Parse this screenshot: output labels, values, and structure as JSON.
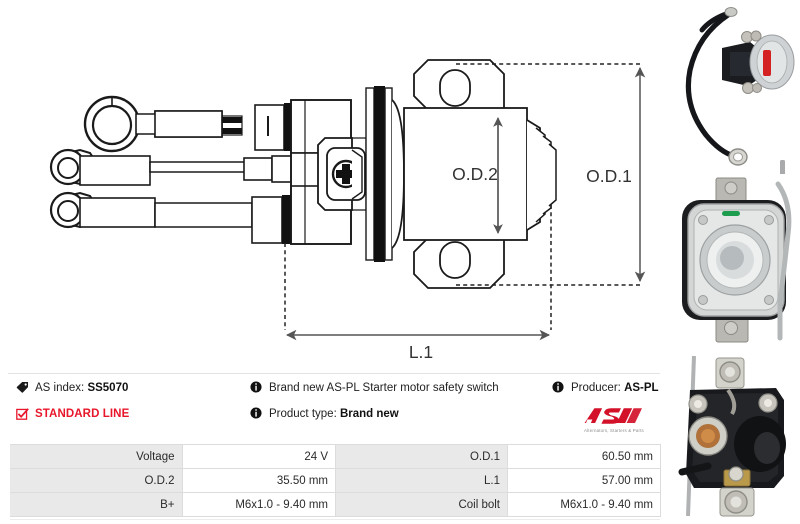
{
  "drawing": {
    "dimension_labels": {
      "od1": "O.D.1",
      "od2": "O.D.2",
      "l1": "L.1"
    }
  },
  "info": {
    "col1": [
      {
        "icon": "tag-icon",
        "label": "AS index:",
        "value": "SS5070",
        "text": "AS index: SS5070",
        "style": "normal"
      },
      {
        "icon": "checkbox-checked-icon",
        "label": "STANDARD LINE",
        "value": "",
        "text": "STANDARD LINE",
        "style": "red"
      }
    ],
    "col2": [
      {
        "icon": "info-icon",
        "text": "Brand new AS-PL Starter motor safety switch",
        "style": "normal"
      },
      {
        "icon": "info-icon",
        "text": "Product type: Brand new",
        "style": "normal"
      }
    ],
    "col3": [
      {
        "icon": "info-icon",
        "text": "Producer: AS-PL",
        "style": "normal"
      }
    ]
  },
  "brand": {
    "name": "AS",
    "tagline": "Alternators, Starters & Parts",
    "color": "#d3122a"
  },
  "colors": {
    "accent_red": "#e8162a",
    "brand_red": "#d3122a",
    "table_label_bg": "#e9e9e9",
    "table_border": "#dcdcdc"
  },
  "specs": {
    "left": [
      {
        "key": "Voltage",
        "value": "24 V"
      },
      {
        "key": "O.D.2",
        "value": "35.50 mm"
      },
      {
        "key": "B+",
        "value": "M6x1.0 - 9.40 mm"
      }
    ],
    "right": [
      {
        "key": "O.D.1",
        "value": "60.50 mm"
      },
      {
        "key": "L.1",
        "value": "57.00 mm"
      },
      {
        "key": "Coil bolt",
        "value": "M6x1.0 - 9.40 mm"
      }
    ]
  },
  "photos": [
    {
      "name": "solenoid-with-cable-photo"
    },
    {
      "name": "solenoid-front-view-photo"
    },
    {
      "name": "solenoid-terminals-photo"
    }
  ]
}
